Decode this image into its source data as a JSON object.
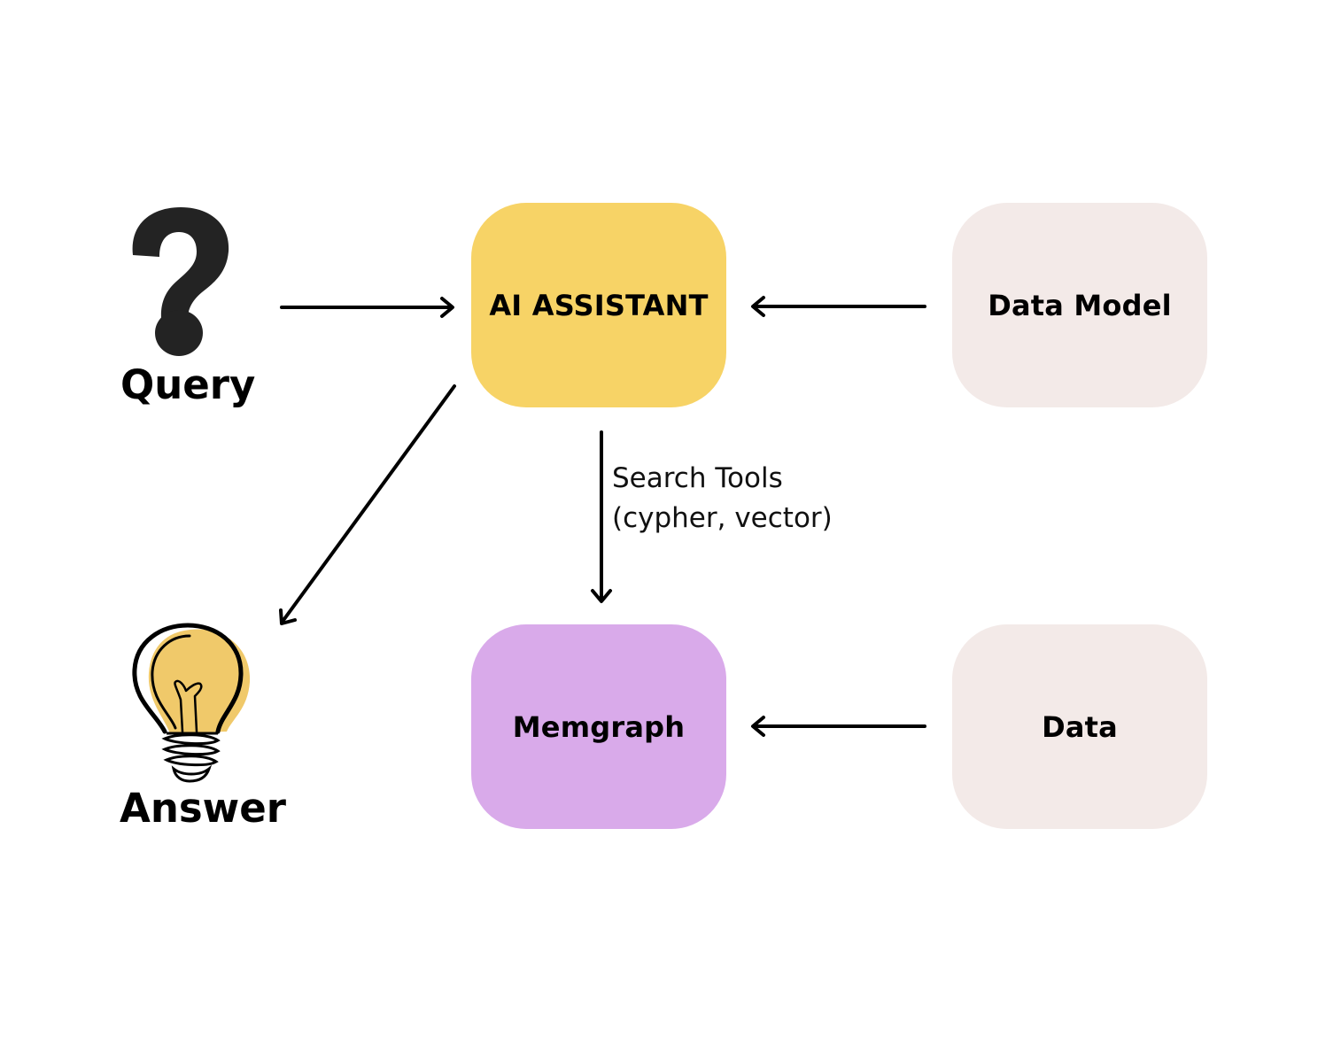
{
  "diagram": {
    "nodes": {
      "query": "Query",
      "answer": "Answer",
      "ai_assistant": "AI ASSISTANT",
      "data_model": "Data Model",
      "memgraph": "Memgraph",
      "data": "Data"
    },
    "edges": [
      {
        "from": "query",
        "to": "ai_assistant",
        "label": ""
      },
      {
        "from": "data_model",
        "to": "ai_assistant",
        "label": ""
      },
      {
        "from": "ai_assistant",
        "to": "memgraph",
        "label_lines": [
          "Search Tools",
          "(cypher, vector)"
        ]
      },
      {
        "from": "data",
        "to": "memgraph",
        "label": ""
      },
      {
        "from": "ai_assistant",
        "to": "answer",
        "label": ""
      }
    ],
    "icons": {
      "query": "question-mark-icon",
      "answer": "lightbulb-icon"
    },
    "colors": {
      "ai_assistant": "#f7d366",
      "memgraph": "#d9aaea",
      "data_model": "#f3eae8",
      "data": "#f3eae8",
      "bulb": "#f0c96a",
      "arrow": "#000000"
    }
  }
}
